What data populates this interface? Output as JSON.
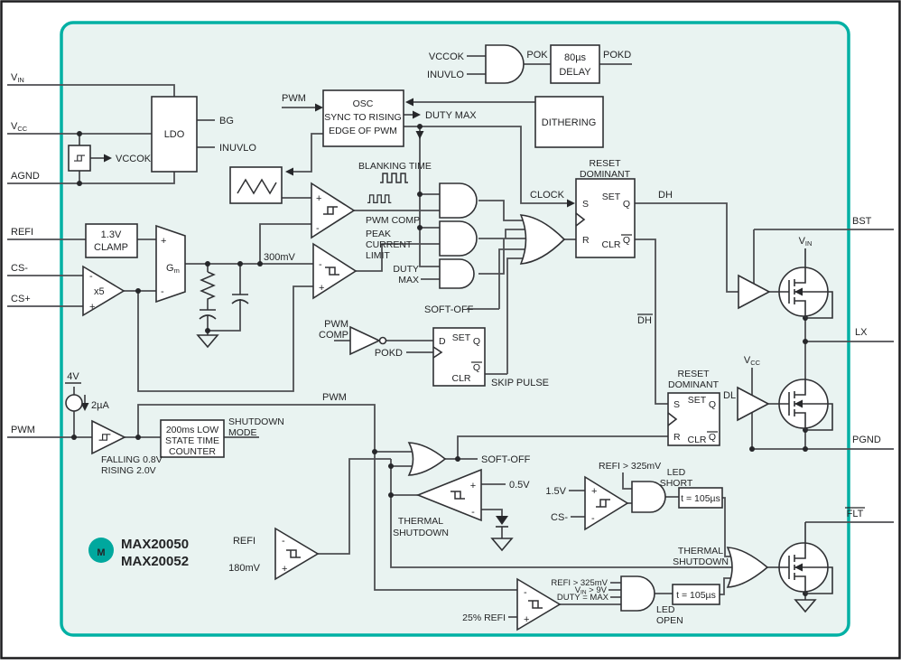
{
  "device": {
    "part_1": "MAX20050",
    "part_2": "MAX20052",
    "logo_letter": "M"
  },
  "pins": {
    "vin_v": "V",
    "vin_s": "IN",
    "vcc_v": "V",
    "vcc_s": "CC",
    "agnd": "AGND",
    "refi": "REFI",
    "cs_minus": "CS-",
    "cs_plus": "CS+",
    "pwm": "PWM",
    "bst": "BST",
    "lx": "LX",
    "pgnd": "PGND",
    "flt": "FLT"
  },
  "supervisor": {
    "vccok": "VCCOK",
    "inuvlo": "INUVLO",
    "pok": "POK",
    "delay_1": "80µs",
    "delay_2": "DELAY",
    "pokd": "POKD"
  },
  "ldo": {
    "title": "LDO",
    "bg": "BG",
    "inuvlo": "INUVLO",
    "vccok": "VCCOK"
  },
  "osc": {
    "line1": "OSC",
    "line2": "SYNC TO RISING",
    "line3": "EDGE OF PWM",
    "pwm": "PWM",
    "duty_max": "DUTY MAX",
    "dithering": "DITHERING",
    "clock": "CLOCK"
  },
  "modulator": {
    "blanking": "BLANKING TIME",
    "pwm_comp": "PWM COMP",
    "peak1": "PEAK",
    "peak2": "CURRENT",
    "peak3": "LIMIT",
    "duty1": "DUTY",
    "duty2": "MAX",
    "soft_off": "SOFT-OFF",
    "mv300": "300mV",
    "clamp1": "1.3V",
    "clamp2": "CLAMP",
    "x5": "x5",
    "gm_g": "G",
    "gm_m": "m"
  },
  "ff_dh": {
    "reset": "RESET",
    "dominant": "DOMINANT",
    "s": "S",
    "set": "SET",
    "q": "Q",
    "r": "R",
    "clr": "CLR",
    "qb": "Q",
    "dh": "DH",
    "dhb": "DH"
  },
  "ff_dl": {
    "reset": "RESET",
    "dominant": "DOMINANT",
    "s": "S",
    "set": "SET",
    "q": "Q",
    "r": "R",
    "clr": "CLR",
    "qb": "Q",
    "dl": "DL"
  },
  "skip": {
    "pwm1": "PWM",
    "pwm2": "COMP",
    "pokd": "POKD",
    "d": "D",
    "set": "SET",
    "q": "Q",
    "clr": "CLR",
    "qb": "Q",
    "label": "SKIP PULSE"
  },
  "pwm_input": {
    "v4": "4V",
    "i2ua": "2µA",
    "falling": "FALLING 0.8V",
    "rising": "RISING 2.0V",
    "counter1": "200ms LOW",
    "counter2": "STATE TIME",
    "counter3": "COUNTER",
    "shutdown1": "SHUTDOWN",
    "shutdown2": "MODE",
    "pwm": "PWM"
  },
  "soft_block": {
    "label": "SOFT-OFF",
    "v05": "0.5V",
    "thermal1": "THERMAL",
    "thermal2": "SHUTDOWN"
  },
  "ref_comp": {
    "refi": "REFI",
    "mv180": "180mV"
  },
  "led_short": {
    "v15": "1.5V",
    "cs": "CS-",
    "refi": "REFI > 325mV",
    "led": "LED",
    "short": "SHORT",
    "t": "t = 105µs"
  },
  "led_open": {
    "refi": "REFI > 325mV",
    "vin_v": "V",
    "vin_s": "IN",
    "vin_rest": " > 9V",
    "duty": "DUTY = MAX",
    "ref25": "25% REFI",
    "led": "LED",
    "open": "OPEN",
    "t": "t = 105µs",
    "thermal1": "THERMAL",
    "thermal2": "SHUTDOWN"
  },
  "colors": {
    "teal_border": "#00b0a4",
    "logo_teal": "#00a89e",
    "device_fill": "#e9f3f1"
  },
  "misc": {
    "plus": "+",
    "minus": "-"
  }
}
